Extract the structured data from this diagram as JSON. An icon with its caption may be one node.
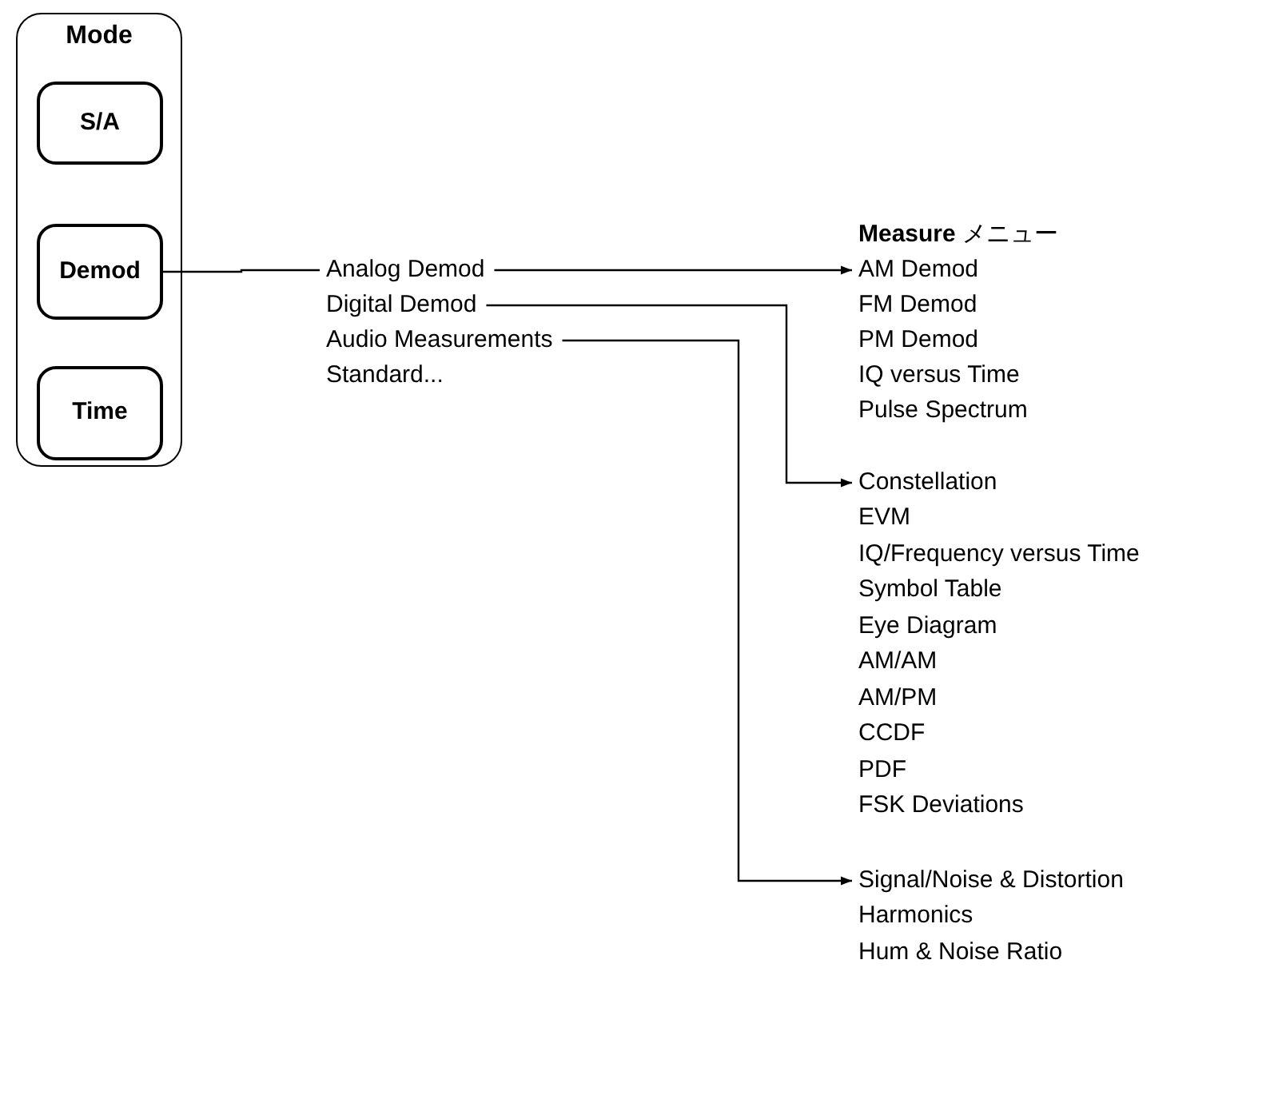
{
  "diagram": {
    "nodes": [
      {
        "text": [
          "Mode"
        ]
      },
      {
        "text": [
          "S/A"
        ],
        "in": 0
      },
      {
        "text": [
          "Demod"
        ],
        "in": 0
      },
      {
        "text": [
          "Time"
        ],
        "in": 0
      },
      {
        "text": [
          "Analog Demod"
        ]
      },
      {
        "text": [
          "Digital Demod"
        ]
      },
      {
        "text": [
          "Audio Measurements"
        ]
      },
      {
        "text": [
          "AM Demod"
        ]
      },
      {
        "text": [
          "Constellation"
        ]
      },
      {
        "text": [
          "Signal/Noise & Distortion"
        ]
      }
    ],
    "edges": [
      {
        "from": 2,
        "to": 4,
        "arrow": "none"
      },
      {
        "from": 4,
        "to": 7,
        "arrow": "to"
      },
      {
        "from": 5,
        "to": 8,
        "arrow": "to"
      },
      {
        "from": 6,
        "to": 9,
        "arrow": "to"
      }
    ],
    "labels": [
      "Standard...",
      "**Measure** メニュー",
      "FM Demod",
      "PM Demod",
      "IQ versus Time",
      "Pulse Spectrum",
      "EVM",
      "IQ/Frequency versus Time",
      "Symbol Table",
      "Eye Diagram",
      "AM/AM",
      "AM/PM",
      "CCDF",
      "PDF",
      "FSK Deviations",
      "Harmonics",
      "Hum & Noise Ratio"
    ]
  }
}
